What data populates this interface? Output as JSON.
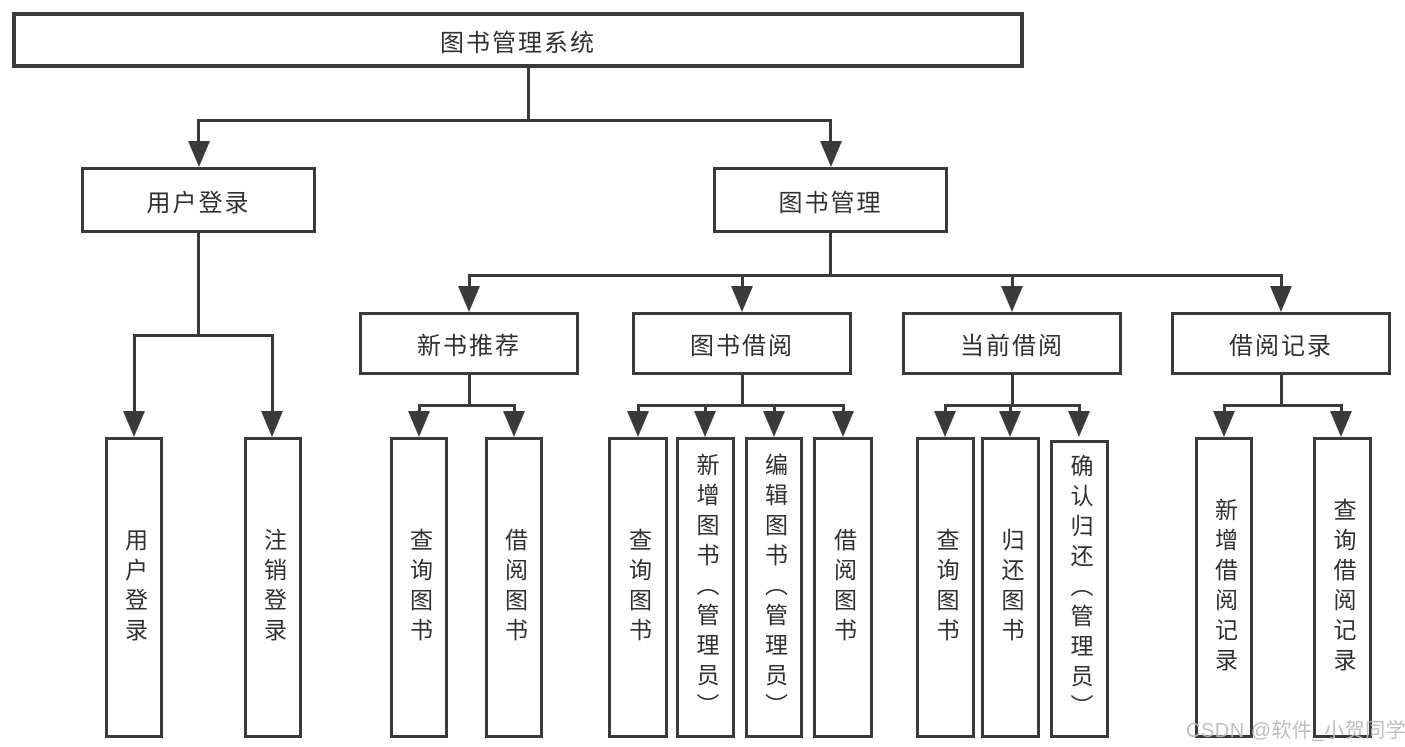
{
  "diagram": {
    "title": "图书管理系统",
    "colors": {
      "line": "#3a3a3a",
      "text": "#303030",
      "background": "#ffffff",
      "watermark": "#bababa"
    },
    "nodes": {
      "root": "图书管理系统",
      "user_login": "用户登录",
      "book_mgmt": "图书管理",
      "new_book_rec": "新书推荐",
      "book_borrow": "图书借阅",
      "current_borrow": "当前借阅",
      "borrow_records": "借阅记录",
      "leaf_user_login": "用户登录",
      "leaf_logout": "注销登录",
      "leaf_rec_query_books": "查询图书",
      "leaf_rec_borrow_books": "借阅图书",
      "leaf_bb_query_books": "查询图书",
      "leaf_bb_add_books": "新增图书（管理员）",
      "leaf_bb_edit_books": "编辑图书（管理员）",
      "leaf_bb_borrow_books": "借阅图书",
      "leaf_cb_query_books": "查询图书",
      "leaf_cb_return_books": "归还图书",
      "leaf_cb_confirm_return": "确认归还（管理员）",
      "leaf_br_add_record": "新增借阅记录",
      "leaf_br_query_record": "查询借阅记录"
    },
    "watermark": "CSDN @软件_小贺同学"
  }
}
